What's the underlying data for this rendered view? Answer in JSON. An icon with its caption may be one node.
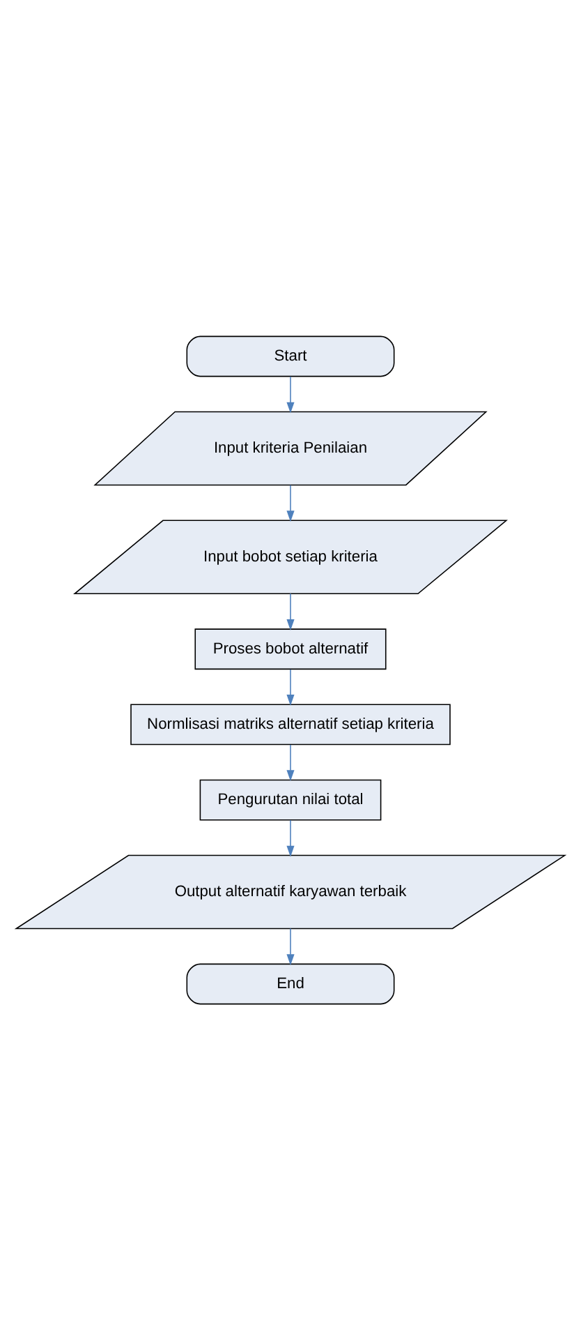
{
  "diagram": {
    "nodes": [
      {
        "text": [
          "Start"
        ]
      },
      {
        "text": [
          "Input kriteria Penilaian"
        ]
      },
      {
        "text": [
          "Input bobot setiap kriteria"
        ]
      },
      {
        "text": [
          "Proses bobot alternatif"
        ]
      },
      {
        "text": [
          "Normlisasi matriks alternatif setiap kriteria"
        ]
      },
      {
        "text": [
          "Pengurutan nilai total"
        ]
      },
      {
        "text": [
          "Output alternatif karyawan terbaik"
        ]
      },
      {
        "text": [
          "End"
        ]
      }
    ],
    "edges": [
      {
        "from": 0,
        "to": 1,
        "arrow": "to"
      },
      {
        "from": 1,
        "to": 2,
        "arrow": "to"
      },
      {
        "from": 2,
        "to": 3,
        "arrow": "to"
      },
      {
        "from": 3,
        "to": 4,
        "arrow": "to"
      },
      {
        "from": 4,
        "to": 5,
        "arrow": "to"
      },
      {
        "from": 5,
        "to": 6,
        "arrow": "to"
      },
      {
        "from": 6,
        "to": 7,
        "arrow": "to"
      }
    ]
  }
}
